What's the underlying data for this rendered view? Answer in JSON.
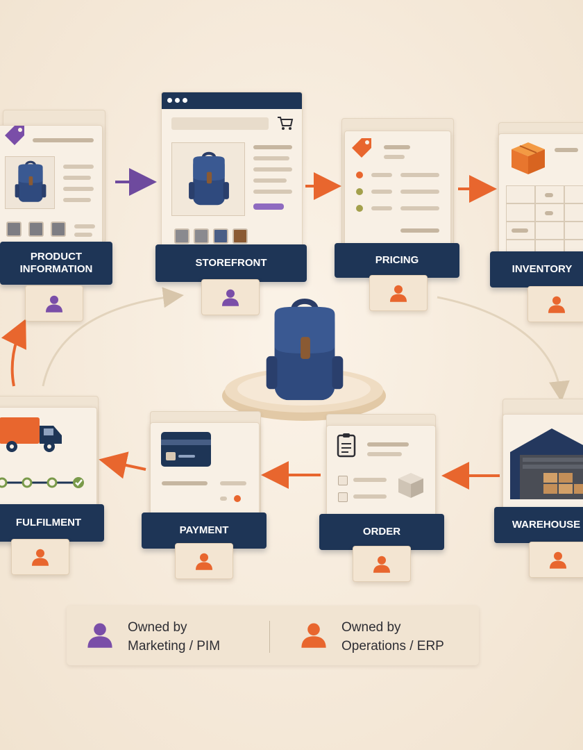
{
  "stages": {
    "product_information": {
      "label": "PRODUCT\nINFORMATION",
      "owner": "marketing"
    },
    "storefront": {
      "label": "STOREFRONT",
      "owner": "marketing"
    },
    "pricing": {
      "label": "PRICING",
      "owner": "operations"
    },
    "inventory": {
      "label": "INVENTORY",
      "owner": "operations"
    },
    "warehouse": {
      "label": "WAREHOUSE",
      "owner": "operations"
    },
    "order": {
      "label": "ORDER",
      "owner": "operations"
    },
    "payment": {
      "label": "PAYMENT",
      "owner": "operations"
    },
    "fulfilment": {
      "label": "FULFILMENT",
      "owner": "operations"
    }
  },
  "legend": {
    "marketing_line1": "Owned by",
    "marketing_line2": "Marketing / PIM",
    "operations_line1": "Owned by",
    "operations_line2": "Operations / ERP"
  },
  "icons": {
    "owner": "person-icon",
    "product": "backpack-icon",
    "tag": "price-tag-icon",
    "cart": "shopping-cart-icon",
    "box": "box-icon",
    "truck": "delivery-truck-icon",
    "card": "credit-card-icon",
    "clipboard": "clipboard-icon",
    "warehouse": "warehouse-icon"
  },
  "colors": {
    "marketing": "#7a4ea8",
    "operations": "#e8662e",
    "label_bg": "#1e3556",
    "background": "#f6ebdc"
  }
}
